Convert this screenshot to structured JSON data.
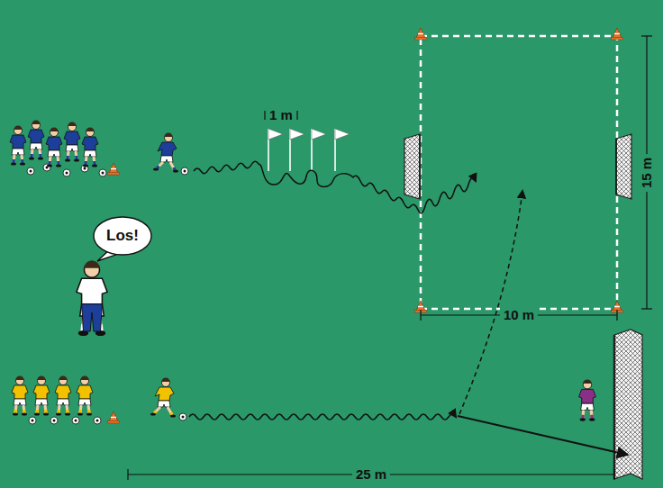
{
  "diagram": {
    "nodes": [
      {
        "text": [
          "Los!"
        ]
      }
    ],
    "labels": [
      "1 m",
      "15 m",
      "10 m",
      "25 m"
    ]
  }
}
